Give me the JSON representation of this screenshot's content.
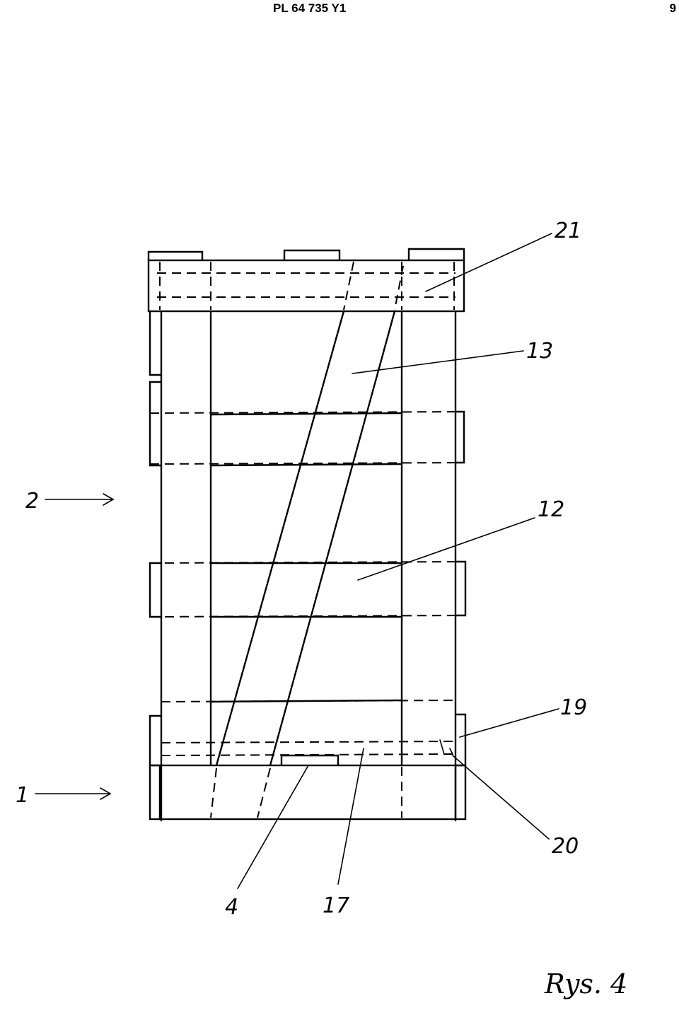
{
  "header": {
    "publication": "PL 64 735 Y1",
    "page_number": "9"
  },
  "labels": {
    "l21": "21",
    "l13": "13",
    "l12": "12",
    "l2": "2",
    "l1": "1",
    "l19": "19",
    "l20": "20",
    "l4": "4",
    "l17": "17"
  },
  "figure_caption": "Rys. 4"
}
